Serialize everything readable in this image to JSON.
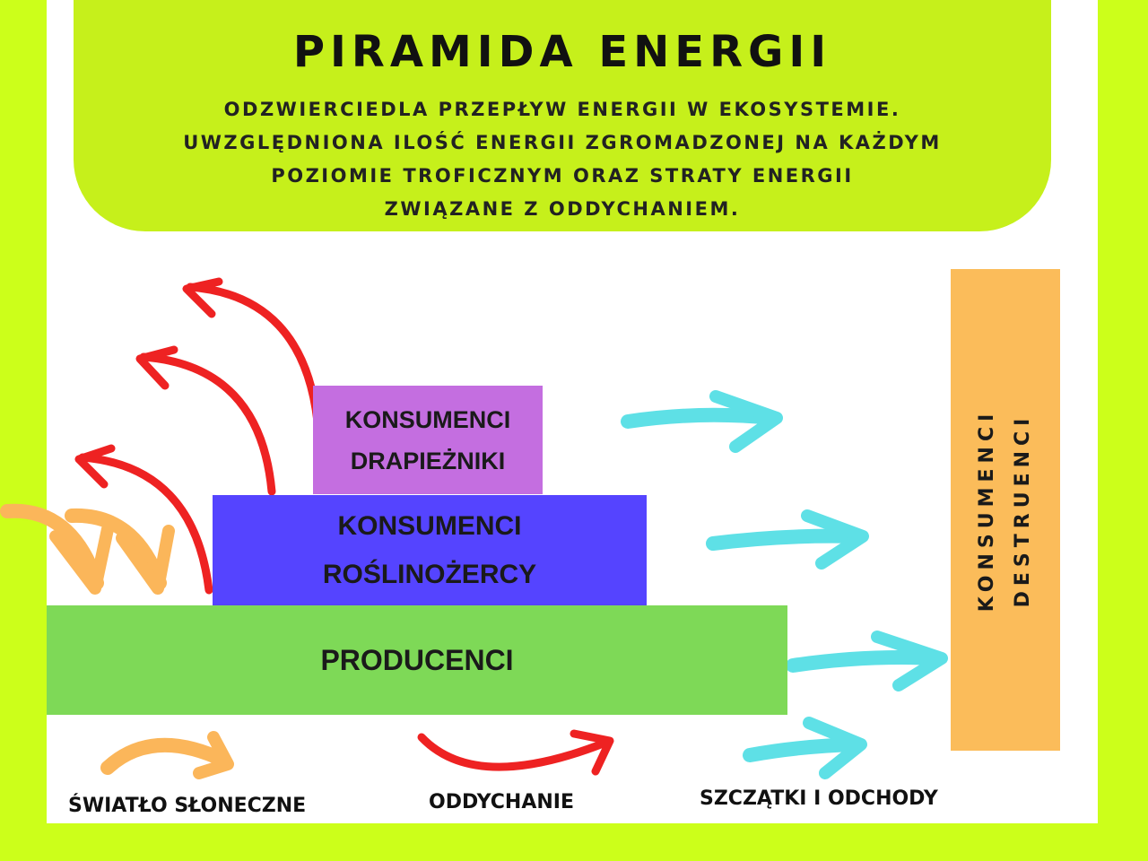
{
  "header": {
    "title": "PIRAMIDA ENERGII",
    "description_lines": [
      "ODZWIERCIEDLA PRZEPŁYW ENERGII W EKOSYSTEMIE.",
      "UWZGLĘDNIONA ILOŚĆ ENERGII ZGROMADZONEJ NA KAŻDYM",
      "POZIOMIE TROFICZNYM ORAZ STRATY ENERGII",
      "ZWIĄZANE Z ODDYCHANIEM."
    ]
  },
  "pyramid": {
    "top": {
      "line1": "KONSUMENCI",
      "line2": "DRAPIEŻNIKI"
    },
    "middle": {
      "line1": "KONSUMENCI",
      "line2": "ROŚLINOŻERCY"
    },
    "bottom": {
      "label": "PRODUCENCI"
    }
  },
  "decomposers": {
    "line1": "KONSUMENCI",
    "line2": "DESTRUENCI"
  },
  "legend": {
    "sunlight": "ŚWIATŁO SŁONECZNE",
    "respiration": "ODDYCHANIE",
    "detritus": "SZCZĄTKI I ODCHODY"
  },
  "colors": {
    "background": "#ccff1a",
    "header": "#c6f01b",
    "predators": "#c46ee0",
    "herbivores": "#5544ff",
    "producers": "#7ed957",
    "decomposers": "#fbbc5a",
    "respiration_arrow": "#ee2222",
    "detritus_arrow": "#5ee0e6",
    "sunlight_arrow": "#fbb65a"
  }
}
